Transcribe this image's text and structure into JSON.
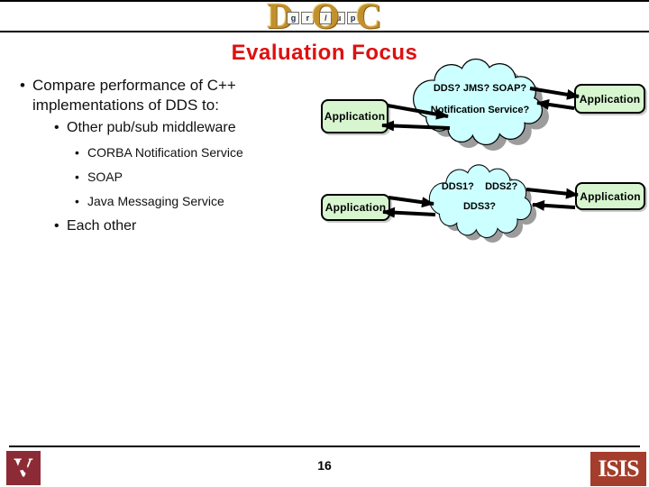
{
  "logo": {
    "big": [
      "D",
      "O",
      "C"
    ],
    "small": [
      "g",
      "r",
      "/",
      "u",
      "p"
    ]
  },
  "title": "Evaluation Focus",
  "bullets": [
    {
      "level": 1,
      "text": "Compare performance of C++ implementations of DDS to:"
    },
    {
      "level": 2,
      "text": "Other pub/sub middleware"
    },
    {
      "level": 3,
      "text": "CORBA Notification Service"
    },
    {
      "level": 3,
      "text": "SOAP"
    },
    {
      "level": 3,
      "text": "Java Messaging Service"
    },
    {
      "level": 2,
      "text": "Each other"
    }
  ],
  "diagram_top": {
    "left_app": "Application",
    "right_app": "Application",
    "cloud_line1": "DDS? JMS? SOAP?",
    "cloud_line2": "Notification Service?"
  },
  "diagram_bottom": {
    "left_app": "Application",
    "right_app": "Application",
    "cloud_line1": "DDS1?    DDS2?",
    "cloud_line2": "DDS3?"
  },
  "footer": {
    "page_number": "16",
    "left_logo_letter": "V",
    "right_logo_text": "ISIS"
  },
  "colors": {
    "title_red": "#DE1010",
    "cloud_fill": "#CCFFFF",
    "cloud_shadow": "#9C9C9C",
    "app_box_green": "#D7F6D0",
    "logo_gold": "#C2912D",
    "vanderbilt_maroon": "#8C2B35",
    "isis_rust": "#A43D2B"
  }
}
